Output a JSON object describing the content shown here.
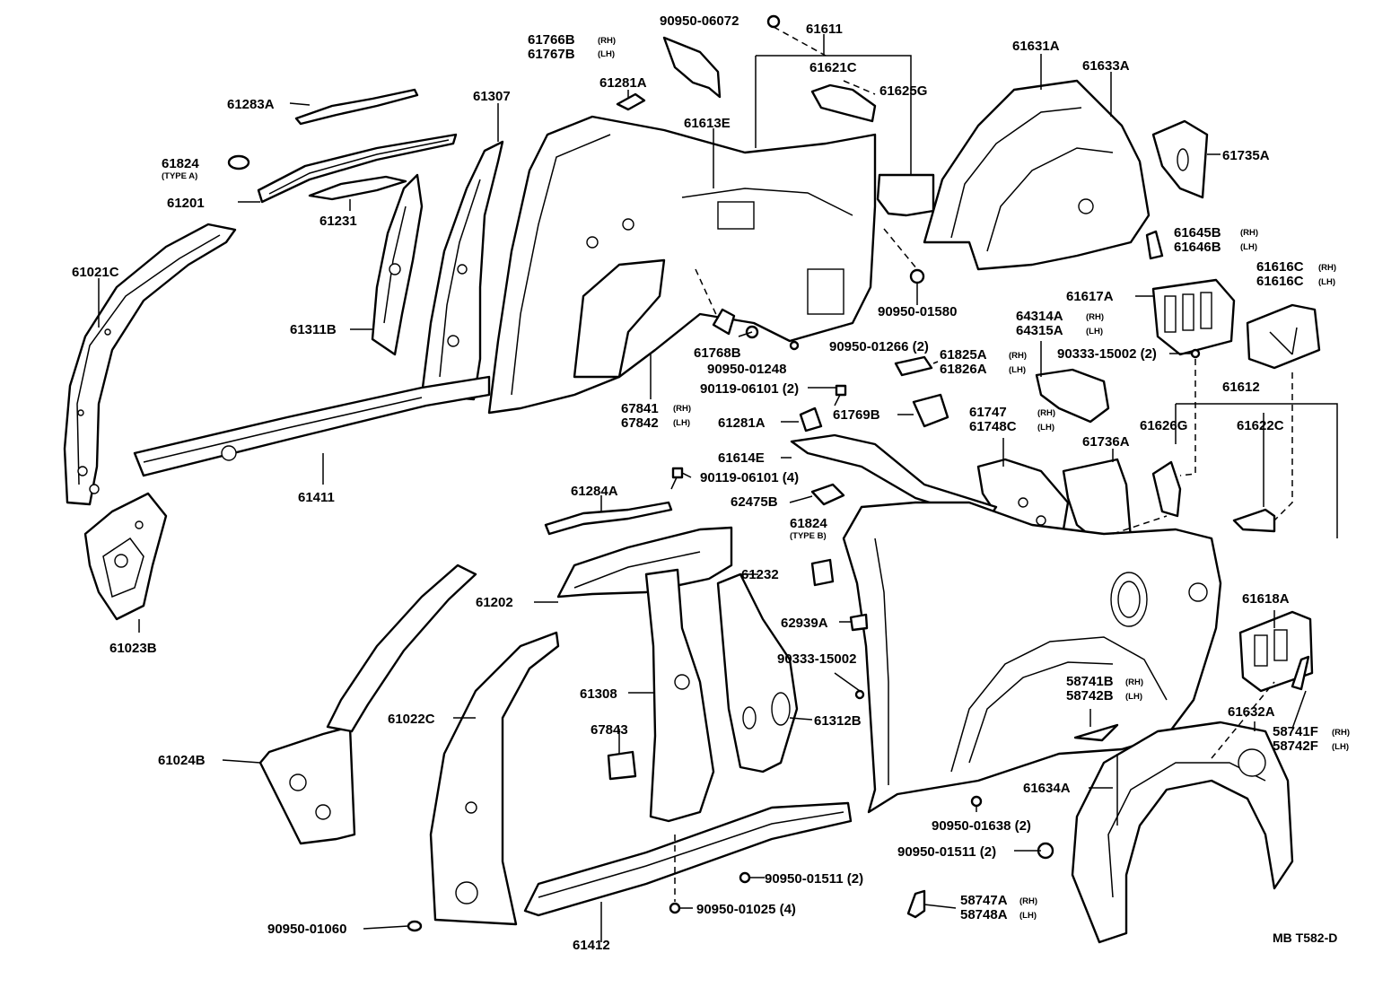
{
  "diagram_code": "MB T582-D",
  "labels": {
    "l_90950_06072": "90950-06072",
    "l_61611": "61611",
    "l_61766B": "61766B",
    "l_61767B": "61767B",
    "l_RH": "(RH)",
    "l_LH": "(LH)",
    "l_61621C": "61621C",
    "l_61625G": "61625G",
    "l_61631A": "61631A",
    "l_61633A": "61633A",
    "l_61281A_top": "61281A",
    "l_61307": "61307",
    "l_61283A": "61283A",
    "l_61613E": "61613E",
    "l_61735A": "61735A",
    "l_61824_a": "61824",
    "l_typeA": "(TYPE A)",
    "l_61201": "61201",
    "l_61231": "61231",
    "l_61645B": "61645B",
    "l_61646B": "61646B",
    "l_61021C": "61021C",
    "l_61616C_rh": "61616C",
    "l_61616C_lh": "61616C",
    "l_rh_small": "(RH)",
    "l_lh_small": "(LH)",
    "l_61617A": "61617A",
    "l_64314A": "64314A",
    "l_64315A": "64315A",
    "l_90950_01580": "90950-01580",
    "l_61311B": "61311B",
    "l_61768B": "61768B",
    "l_90950_01266": "90950-01266 (2)",
    "l_90333_15002_a": "90333-15002 (2)",
    "l_61825A": "61825A",
    "l_61826A": "61826A",
    "l_90950_01248": "90950-01248",
    "l_90119_06101_2": "90119-06101 (2)",
    "l_67841": "67841",
    "l_67842": "67842",
    "l_61612": "61612",
    "l_61747": "61747",
    "l_61748C": "61748C",
    "l_61626G": "61626G",
    "l_61622C": "61622C",
    "l_61281A_mid": "61281A",
    "l_61769B": "61769B",
    "l_61736A": "61736A",
    "l_61411": "61411",
    "l_61614E": "61614E",
    "l_90119_06101_4": "90119-06101 (4)",
    "l_61284A": "61284A",
    "l_62475B": "62475B",
    "l_61824_b": "61824",
    "l_typeB": "(TYPE B)",
    "l_61023B": "61023B",
    "l_61232": "61232",
    "l_61202": "61202",
    "l_61618A": "61618A",
    "l_62939A": "62939A",
    "l_90333_15002_b": "90333-15002",
    "l_58741B": "58741B",
    "l_58742B": "58742B",
    "l_61308": "61308",
    "l_61022C": "61022C",
    "l_61312B": "61312B",
    "l_61632A": "61632A",
    "l_67843": "67843",
    "l_58741F": "58741F",
    "l_58742F": "58742F",
    "l_61024B": "61024B",
    "l_61634A": "61634A",
    "l_90950_01638": "90950-01638 (2)",
    "l_90950_01511_a": "90950-01511 (2)",
    "l_90950_01511_b": "90950-01511 (2)",
    "l_90950_01025": "90950-01025 (4)",
    "l_90950_01060": "90950-01060",
    "l_61412": "61412",
    "l_58747A": "58747A",
    "l_58748A": "58748A"
  }
}
